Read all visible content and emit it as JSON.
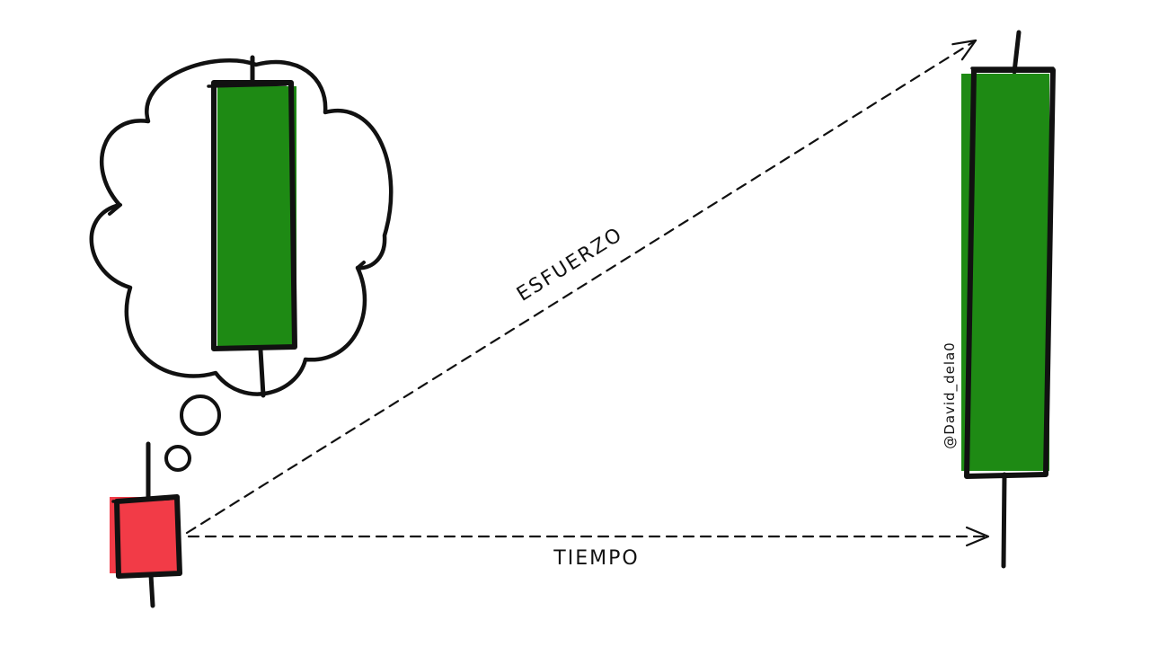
{
  "labels": {
    "effort": "ESFUERZO",
    "time": "TIEMPO"
  },
  "watermark": "@David_dela0",
  "colors": {
    "bullish_fill": "#1e8a14",
    "bearish_fill": "#f23b47",
    "ink": "#111111",
    "background": "#ffffff"
  }
}
